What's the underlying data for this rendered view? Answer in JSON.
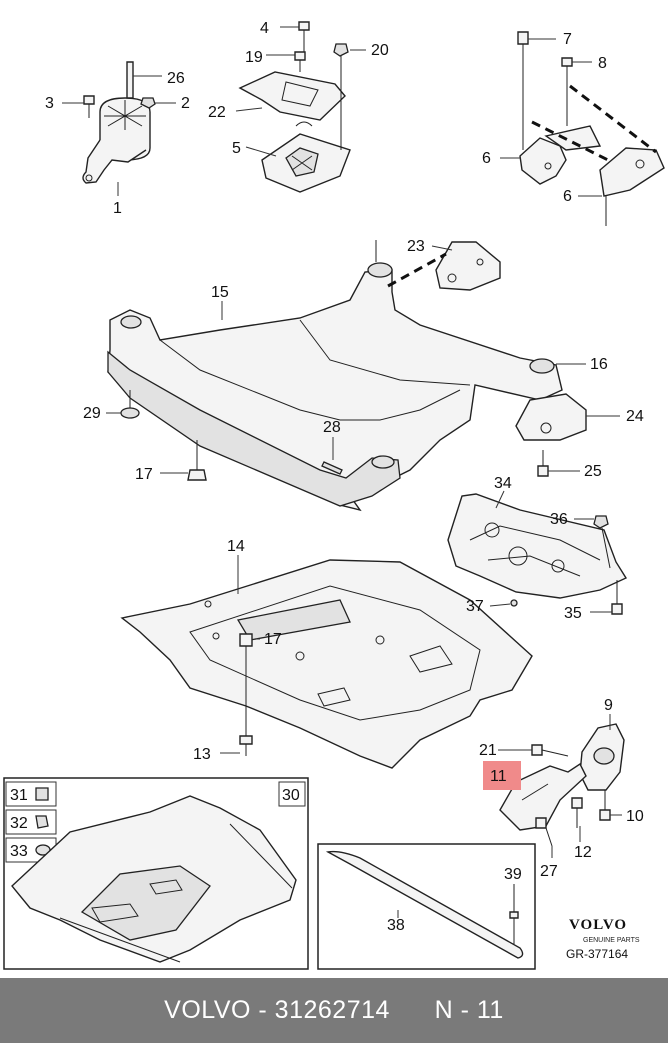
{
  "diagram": {
    "callouts": {
      "c1": "1",
      "c2": "2",
      "c3": "3",
      "c4": "4",
      "c5": "5",
      "c6a": "6",
      "c6b": "6",
      "c7": "7",
      "c8": "8",
      "c9": "9",
      "c10": "10",
      "c11": "11",
      "c12": "12",
      "c13": "13",
      "c14": "14",
      "c15": "15",
      "c16": "16",
      "c17a": "17",
      "c17b": "17",
      "c19": "19",
      "c20": "20",
      "c21": "21",
      "c22": "22",
      "c23": "23",
      "c24": "24",
      "c25": "25",
      "c26": "26",
      "c27": "27",
      "c28": "28",
      "c29": "29",
      "c30": "30",
      "c31": "31",
      "c32": "32",
      "c33": "33",
      "c34": "34",
      "c35": "35",
      "c36": "36",
      "c37": "37",
      "c38": "38",
      "c39": "39"
    },
    "highlight_color": "#f08a8a",
    "brand": {
      "logo_text": "VOLVO",
      "sub_text": "GENUINE PARTS",
      "ref_code": "GR-377164"
    }
  },
  "footer": {
    "brand": "VOLVO",
    "part_number": "31262714",
    "position_ref": "N - 11",
    "separator": " - "
  }
}
